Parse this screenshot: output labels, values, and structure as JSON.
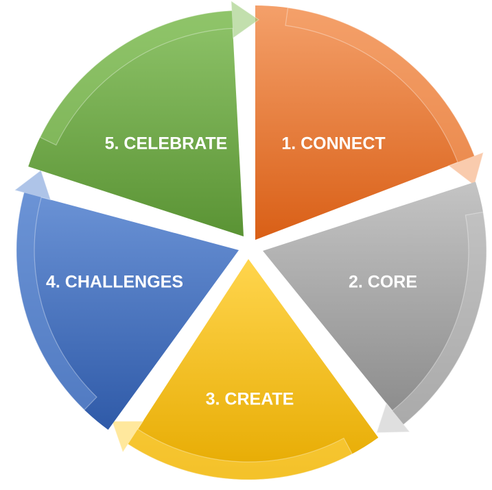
{
  "diagram": {
    "segments": [
      {
        "label": "1. CONNECT",
        "color": "#EE7A32",
        "light": "#F4A06A",
        "dark": "#D95F16"
      },
      {
        "label": "2. CORE",
        "color": "#A3A3A3",
        "light": "#C4C4C4",
        "dark": "#8A8A8A"
      },
      {
        "label": "3. CREATE",
        "color": "#FFC000",
        "light": "#FFD54D",
        "dark": "#E6AA00"
      },
      {
        "label": "4. CHALLENGES",
        "color": "#4472C4",
        "light": "#6B93D6",
        "dark": "#2F5AA8"
      },
      {
        "label": "5. CELEBRATE",
        "color": "#70AD47",
        "light": "#8FC46A",
        "dark": "#5A9334"
      }
    ]
  }
}
